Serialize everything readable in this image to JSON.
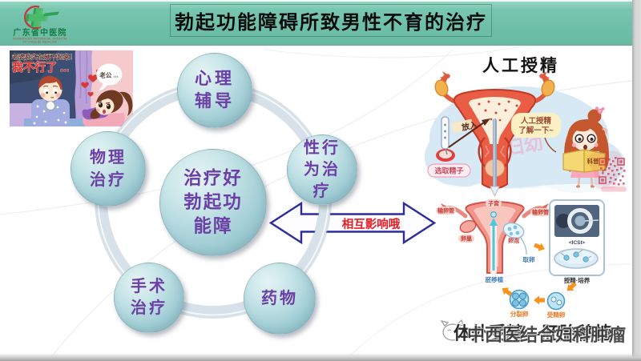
{
  "slide": {
    "title": "勃起功能障碍所致男性不育的治疗"
  },
  "logo": {
    "hospital_cn": "广东省中医院",
    "hospital_en_line1": "GUANGDONG PROVINCIAL HOSPITAL",
    "hospital_en_line2": "OF CHINESE MEDICINE"
  },
  "comic": {
    "caption_small": "老婆我实在硬不起来！",
    "caption_big": "我不行了 ...",
    "wife_speech": "老公 ..."
  },
  "cycle": {
    "center": {
      "lines": [
        "治疗好",
        "勃起功",
        "能障"
      ]
    },
    "bubbles": [
      {
        "id": "psychological-counseling",
        "lines": [
          "心理",
          "辅导"
        ]
      },
      {
        "id": "sexual-behavior-therapy",
        "lines": [
          "性行",
          "为治",
          "疗"
        ]
      },
      {
        "id": "medication",
        "lines": [
          "药物"
        ]
      },
      {
        "id": "surgical-treatment",
        "lines": [
          "手术",
          "治疗"
        ]
      },
      {
        "id": "physical-therapy",
        "lines": [
          "物理",
          "治疗"
        ]
      }
    ]
  },
  "arrow": {
    "label": "相互影响哦"
  },
  "insemination": {
    "title": "人工授精",
    "insert_label": "放入",
    "select_sperm_label": "选取精子",
    "speech_line1": "人工授精",
    "speech_line2": "了解一下~",
    "book_label": "科普",
    "watermark": "省妇幼"
  },
  "ivf": {
    "uterus_label": "子宫",
    "tube_left_label": "输卵管",
    "tube_right_label": "输卵管",
    "ovary_label": "卵巢",
    "follicle_label": "卵泡",
    "egg_retrieval_label": "取卵",
    "embryo_transfer_label": "胚移植",
    "icsi_label": "<ICSI>",
    "culture_label": "授精·培养",
    "fertilized_egg_label": "受精卵",
    "cleavage_egg_label": "分裂卵"
  },
  "footer": {
    "text_ivf": "体外受精—胚胎移植",
    "text_watermark": "中西医结合妇科肿瘤"
  },
  "colors": {
    "header_teal": "#6FC0A8",
    "bubble_fill": "#BFE0E4",
    "bubble_text": "#6C3FA6",
    "ring": "#D2DEE5",
    "arrow_outline": "#2B2BA3",
    "arrow_label_red": "#EA1C23",
    "title_text": "#0C0C0C",
    "footer_text": "#2A2A2A"
  }
}
